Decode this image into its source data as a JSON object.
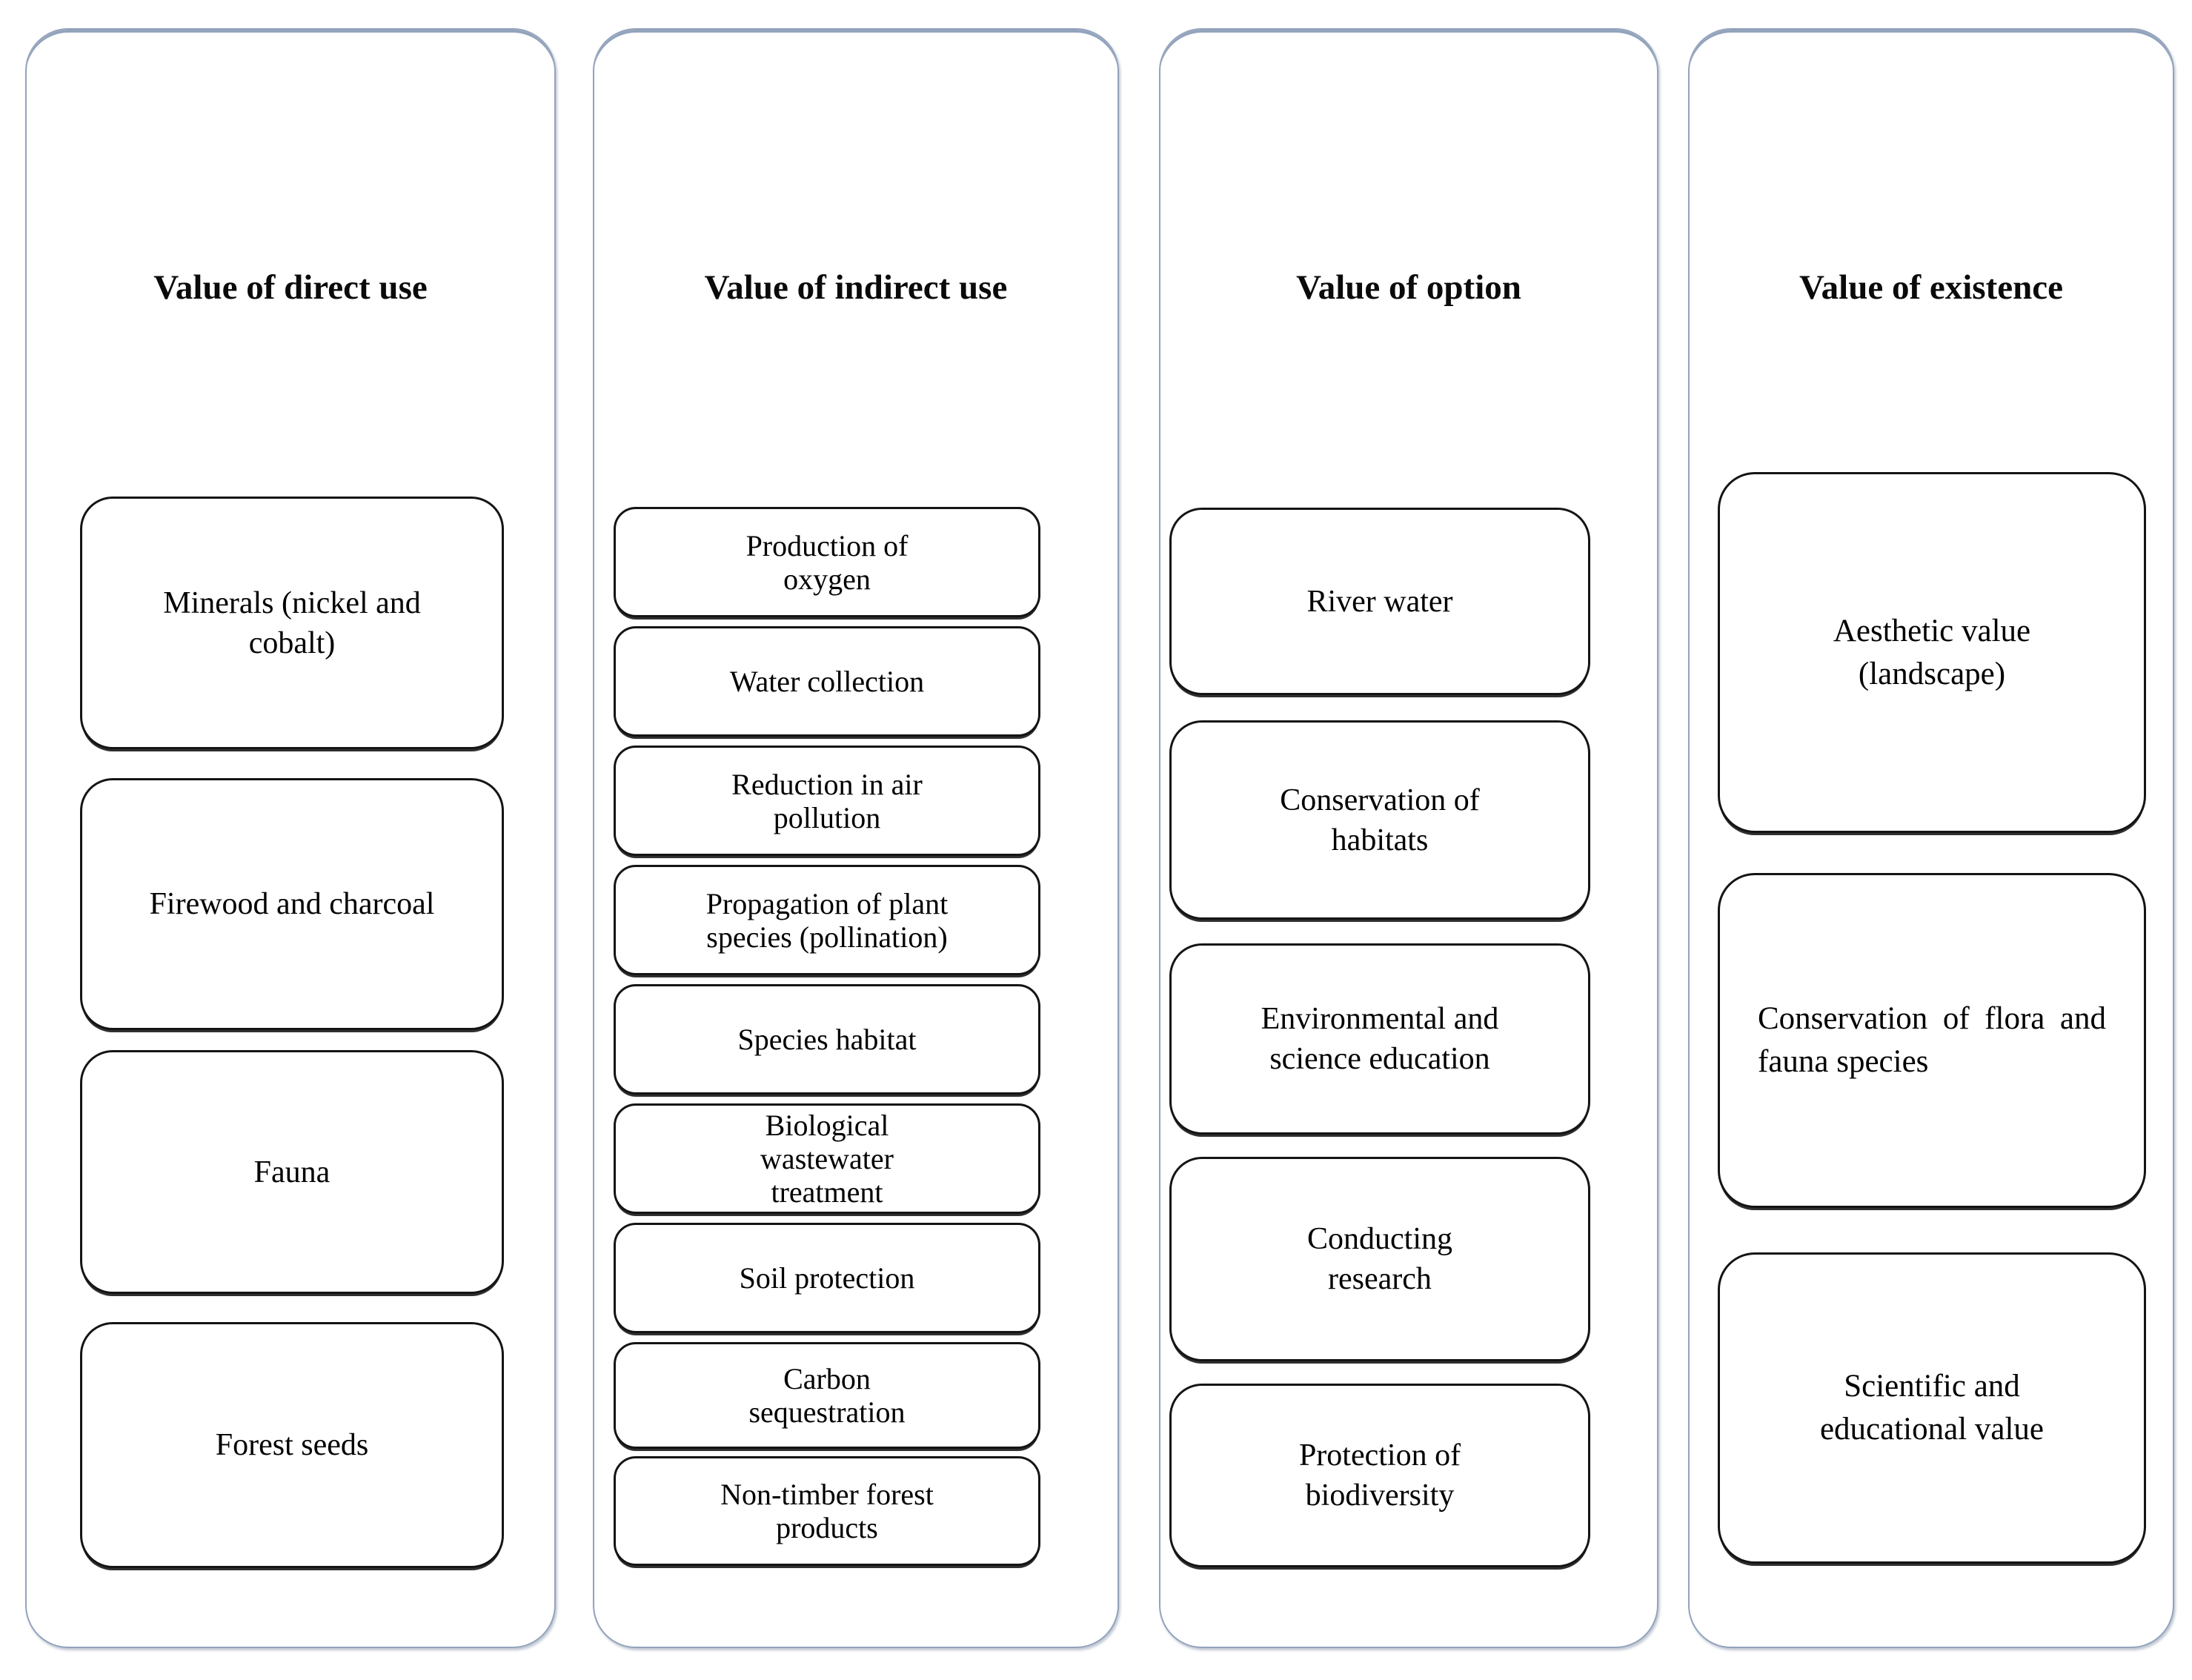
{
  "colors": {
    "panel_border": "#93a3bc",
    "box_border": "#141414",
    "text": "#000000",
    "background": "#ffffff"
  },
  "diagram": {
    "columns": [
      {
        "title": "Value of direct use",
        "boxes": [
          "Minerals (nickel and\ncobalt)",
          "Firewood and charcoal",
          "Fauna",
          "Forest seeds"
        ]
      },
      {
        "title": "Value of indirect use",
        "boxes": [
          "Production of\noxygen",
          "Water collection",
          "Reduction in air\npollution",
          "Propagation of plant\nspecies (pollination)",
          "Species habitat",
          "Biological\nwastewater\ntreatment",
          "Soil protection",
          "Carbon\nsequestration",
          "Non-timber forest\nproducts"
        ]
      },
      {
        "title": "Value of option",
        "boxes": [
          "River water",
          "Conservation of\nhabitats",
          "Environmental and\nscience education",
          "Conducting\nresearch",
          "Protection of\nbiodiversity"
        ]
      },
      {
        "title": "Value of existence",
        "boxes": [
          "Aesthetic value\n(landscape)",
          "Conservation of flora and fauna species",
          "Scientific and\neducational value"
        ]
      }
    ]
  }
}
